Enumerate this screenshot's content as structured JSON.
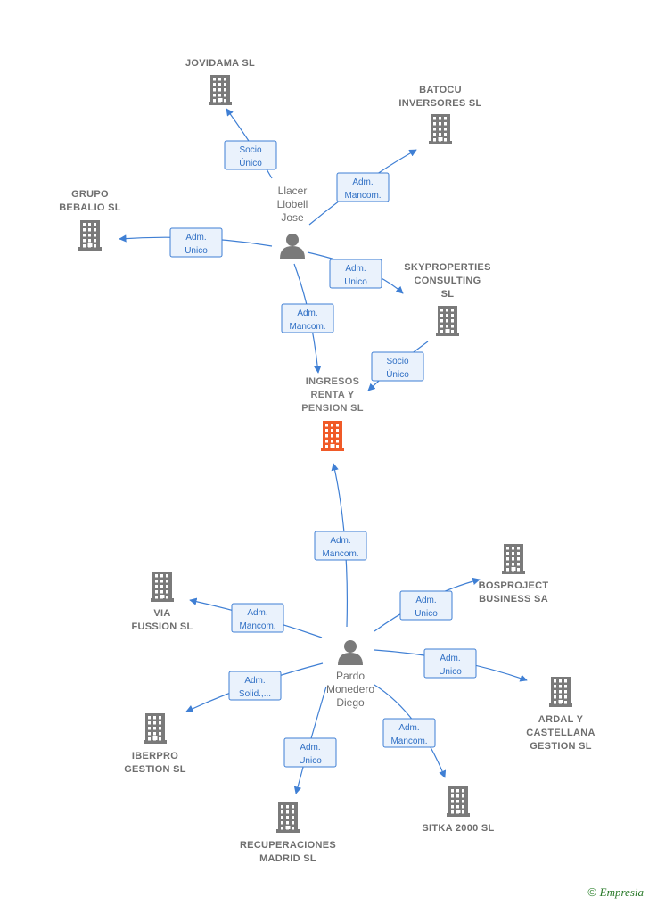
{
  "nodes": [
    {
      "id": "jovidama",
      "type": "company",
      "lines": [
        "JOVIDAMA  SL"
      ]
    },
    {
      "id": "batocu",
      "type": "company",
      "lines": [
        "BATOCU",
        "INVERSORES SL"
      ]
    },
    {
      "id": "bebalio",
      "type": "company",
      "lines": [
        "GRUPO",
        "BEBALIO SL"
      ]
    },
    {
      "id": "sky",
      "type": "company",
      "lines": [
        "SKYPROPERTIES",
        "CONSULTING",
        "SL"
      ]
    },
    {
      "id": "ingresos",
      "type": "focus",
      "lines": [
        "INGRESOS",
        "RENTA Y",
        "PENSION  SL"
      ]
    },
    {
      "id": "llacer",
      "type": "person",
      "lines": [
        "Llacer",
        "Llobell",
        "Jose"
      ]
    },
    {
      "id": "pardo",
      "type": "person",
      "lines": [
        "Pardo",
        "Monedero",
        "Diego"
      ]
    },
    {
      "id": "via",
      "type": "company",
      "lines": [
        "VIA",
        "FUSSION SL"
      ]
    },
    {
      "id": "bosproject",
      "type": "company",
      "lines": [
        "BOSPROJECT",
        "BUSINESS SA"
      ]
    },
    {
      "id": "ardal",
      "type": "company",
      "lines": [
        "ARDAL Y",
        "CASTELLANA",
        "GESTION  SL"
      ]
    },
    {
      "id": "iberpro",
      "type": "company",
      "lines": [
        "IBERPRO",
        "GESTION  SL"
      ]
    },
    {
      "id": "recuperaciones",
      "type": "company",
      "lines": [
        "RECUPERACIONES",
        "MADRID SL"
      ]
    },
    {
      "id": "sitka",
      "type": "company",
      "lines": [
        "SITKA 2000  SL"
      ]
    }
  ],
  "edges": [
    {
      "from": "llacer",
      "to": "jovidama",
      "label": [
        "Socio",
        "Único"
      ]
    },
    {
      "from": "llacer",
      "to": "batocu",
      "label": [
        "Adm.",
        "Mancom."
      ]
    },
    {
      "from": "llacer",
      "to": "bebalio",
      "label": [
        "Adm.",
        "Unico"
      ]
    },
    {
      "from": "llacer",
      "to": "sky",
      "label": [
        "Adm.",
        "Unico"
      ]
    },
    {
      "from": "llacer",
      "to": "ingresos",
      "label": [
        "Adm.",
        "Mancom."
      ]
    },
    {
      "from": "sky",
      "to": "ingresos",
      "label": [
        "Socio",
        "Único"
      ]
    },
    {
      "from": "pardo",
      "to": "ingresos",
      "label": [
        "Adm.",
        "Mancom."
      ]
    },
    {
      "from": "pardo",
      "to": "via",
      "label": [
        "Adm.",
        "Mancom."
      ]
    },
    {
      "from": "pardo",
      "to": "bosproject",
      "label": [
        "Adm.",
        "Unico"
      ]
    },
    {
      "from": "pardo",
      "to": "ardal",
      "label": [
        "Adm.",
        "Unico"
      ]
    },
    {
      "from": "pardo",
      "to": "iberpro",
      "label": [
        "Adm.",
        "Solid.,..."
      ]
    },
    {
      "from": "pardo",
      "to": "recuperaciones",
      "label": [
        "Adm.",
        "Unico"
      ]
    },
    {
      "from": "pardo",
      "to": "sitka",
      "label": [
        "Adm.",
        "Mancom."
      ]
    }
  ],
  "colors": {
    "company": "#7a7a7a",
    "focus": "#f05a28",
    "person": "#7a7a7a",
    "edge": "#3f7fd4"
  },
  "copyright": {
    "symbol": "©",
    "brand": "Empresia"
  }
}
